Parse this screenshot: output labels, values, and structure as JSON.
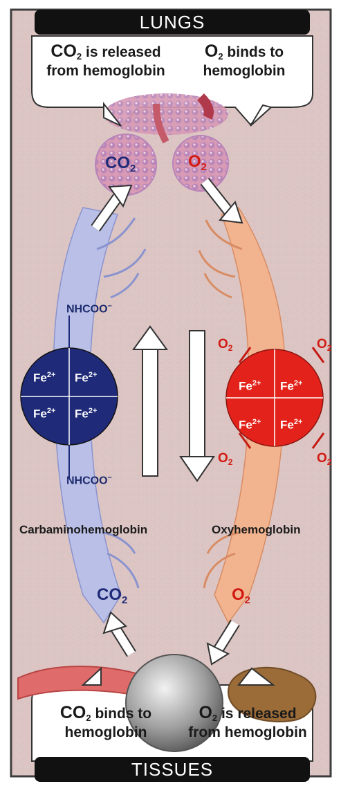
{
  "top_bar": {
    "label": "LUNGS"
  },
  "bottom_bar": {
    "label": "TISSUES"
  },
  "lungs_left": {
    "gas": "CO",
    "sub": "2",
    "rest": " is released",
    "line2": "from hemoglobin"
  },
  "lungs_right": {
    "gas": "O",
    "sub": "2",
    "rest": " binds to",
    "line2": "hemoglobin"
  },
  "tissue_left": {
    "gas": "CO",
    "sub": "2",
    "rest": " binds to",
    "line2": "hemoglobin"
  },
  "tissue_right": {
    "gas": "O",
    "sub": "2",
    "rest": " is released",
    "line2": "from hemoglobin"
  },
  "alveoli": {
    "co2_gas": "CO",
    "co2_sub": "2",
    "o2_gas": "O",
    "o2_sub": "2"
  },
  "tissue_gas": {
    "co2_gas": "CO",
    "co2_sub": "2",
    "o2_gas": "O",
    "o2_sub": "2"
  },
  "carbamino": {
    "label": "Carbaminohemoglobin",
    "group_top": "NHCOO",
    "group_bottom": "NHCOO",
    "charge": "–",
    "iron": [
      "Fe",
      "Fe",
      "Fe",
      "Fe"
    ],
    "iron_charge": "2+"
  },
  "oxy": {
    "label": "Oxyhemoglobin",
    "iron": [
      "Fe",
      "Fe",
      "Fe",
      "Fe"
    ],
    "iron_charge": "2+",
    "o2_gas": "O",
    "o2_sub": "2"
  },
  "colors": {
    "background": "#dcc8c4",
    "vein": "#b9bfe6",
    "artery": "#f2b38f",
    "carbamino_disc": "#1f2a78",
    "oxy_disc": "#e3231b",
    "bar": "#111111"
  }
}
